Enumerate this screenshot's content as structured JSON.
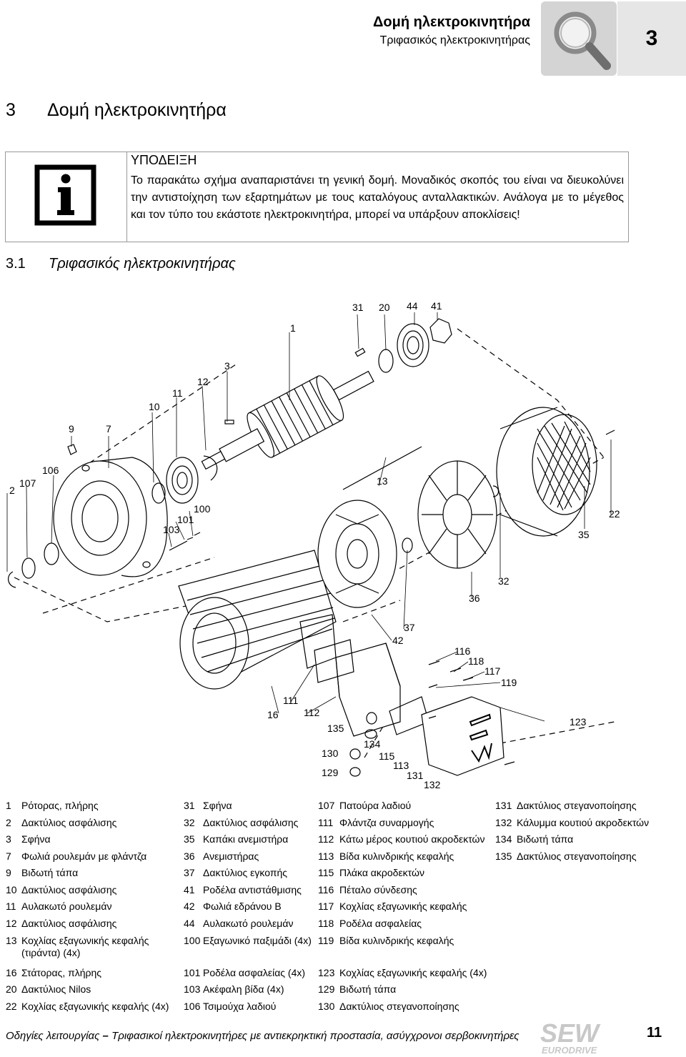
{
  "header": {
    "title": "Δομή ηλεκτροκινητήρα",
    "subtitle": "Τριφασικός ηλεκτροκινητήρας",
    "chapter_number": "3",
    "icon": "magnifier-icon"
  },
  "chapter": {
    "number": "3",
    "title": "Δομή ηλεκτροκινητήρα"
  },
  "note": {
    "icon": "info-icon",
    "label": "ΥΠΟΔΕΙΞΗ",
    "text": "Το παρακάτω σχήμα αναπαριστάνει τη γενική δομή. Μοναδικός σκοπός του είναι να διευκολύνει την αντιστοίχηση των εξαρτημάτων με τους καταλόγους ανταλλακτικών. Ανάλογα με το μέγεθος και τον τύπο του εκάστοτε ηλεκτροκινητήρα, μπορεί να υπάρξουν αποκλίσεις!"
  },
  "section": {
    "number": "3.1",
    "title": "Τριφασικός ηλεκτροκινητήρας"
  },
  "diagram": {
    "callouts": [
      "1",
      "31",
      "20",
      "44",
      "41",
      "3",
      "12",
      "11",
      "10",
      "9",
      "7",
      "106",
      "107",
      "2",
      "100",
      "101",
      "103",
      "13",
      "22",
      "35",
      "32",
      "36",
      "37",
      "42",
      "116",
      "118",
      "117",
      "119",
      "111",
      "112",
      "16",
      "135",
      "134",
      "130",
      "115",
      "113",
      "129",
      "131",
      "132",
      "123"
    ]
  },
  "legend": {
    "columns": [
      [
        {
          "num": "1",
          "text": "Ρότορας, πλήρης"
        },
        {
          "num": "2",
          "text": "Δακτύλιος ασφάλισης"
        },
        {
          "num": "3",
          "text": "Σφήνα"
        },
        {
          "num": "7",
          "text": "Φωλιά ρουλεμάν με φλάντζα"
        },
        {
          "num": "9",
          "text": "Βιδωτή τάπα"
        },
        {
          "num": "10",
          "text": "Δακτύλιος ασφάλισης"
        },
        {
          "num": "11",
          "text": "Αυλακωτό ρουλεμάν"
        },
        {
          "num": "12",
          "text": "Δακτύλιος ασφάλισης"
        },
        {
          "num": "13",
          "text": "Κοχλίας εξαγωνικής κεφαλής",
          "text2": "(τιράντα) (4x)"
        },
        {
          "num": "16",
          "text": "Στάτορας, πλήρης"
        },
        {
          "num": "20",
          "text": "Δακτύλιος Nilos"
        },
        {
          "num": "22",
          "text": "Κοχλίας εξαγωνικής κεφαλής (4x)"
        }
      ],
      [
        {
          "num": "31",
          "text": "Σφήνα"
        },
        {
          "num": "32",
          "text": "Δακτύλιος ασφάλισης"
        },
        {
          "num": "35",
          "text": "Καπάκι ανεμιστήρα"
        },
        {
          "num": "36",
          "text": "Ανεμιστήρας"
        },
        {
          "num": "37",
          "text": "Δακτύλιος εγκοπής"
        },
        {
          "num": "41",
          "text": "Ροδέλα αντιστάθμισης"
        },
        {
          "num": "42",
          "text": "Φωλιά εδράνου B"
        },
        {
          "num": "44",
          "text": "Αυλακωτό ρουλεμάν"
        },
        {
          "num": "100",
          "text": "Εξαγωνικό παξιμάδι (4x)"
        },
        {
          "num": "101",
          "text": "Ροδέλα ασφαλείας (4x)"
        },
        {
          "num": "103",
          "text": "Ακέφαλη βίδα (4x)"
        },
        {
          "num": "106",
          "text": "Τσιμούχα λαδιού"
        }
      ],
      [
        {
          "num": "107",
          "text": "Πατούρα λαδιού"
        },
        {
          "num": "111",
          "text": "Φλάντζα συναρμογής"
        },
        {
          "num": "112",
          "text": "Κάτω μέρος κουτιού ακροδεκτών"
        },
        {
          "num": "113",
          "text": "Βίδα κυλινδρικής κεφαλής"
        },
        {
          "num": "115",
          "text": "Πλάκα ακροδεκτών"
        },
        {
          "num": "116",
          "text": "Πέταλο σύνδεσης"
        },
        {
          "num": "117",
          "text": "Κοχλίας εξαγωνικής κεφαλής"
        },
        {
          "num": "118",
          "text": "Ροδέλα ασφαλείας"
        },
        {
          "num": "119",
          "text": "Βίδα κυλινδρικής κεφαλής"
        },
        {
          "num": "123",
          "text": "Κοχλίας εξαγωνικής κεφαλής (4x)"
        },
        {
          "num": "129",
          "text": "Βιδωτή τάπα"
        },
        {
          "num": "130",
          "text": "Δακτύλιος στεγανοποίησης"
        }
      ],
      [
        {
          "num": "131",
          "text": "Δακτύλιος στεγανοποίησης"
        },
        {
          "num": "132",
          "text": "Κάλυμμα κουτιού ακροδεκτών"
        },
        {
          "num": "134",
          "text": "Βιδωτή τάπα"
        },
        {
          "num": "135",
          "text": "Δακτύλιος στεγανοποίησης"
        }
      ]
    ]
  },
  "footer": {
    "text_prefix": "Οδηγίες λειτουργίας",
    "dash": " – ",
    "text_main": "Τριφασικοί ηλεκτροκινητήρες με αντιεκρηκτική προστασία, ασύγχρονοι σερβοκινητήρες",
    "logo_word": "SEW",
    "logo_sub": "EURODRIVE",
    "page_number": "11"
  }
}
